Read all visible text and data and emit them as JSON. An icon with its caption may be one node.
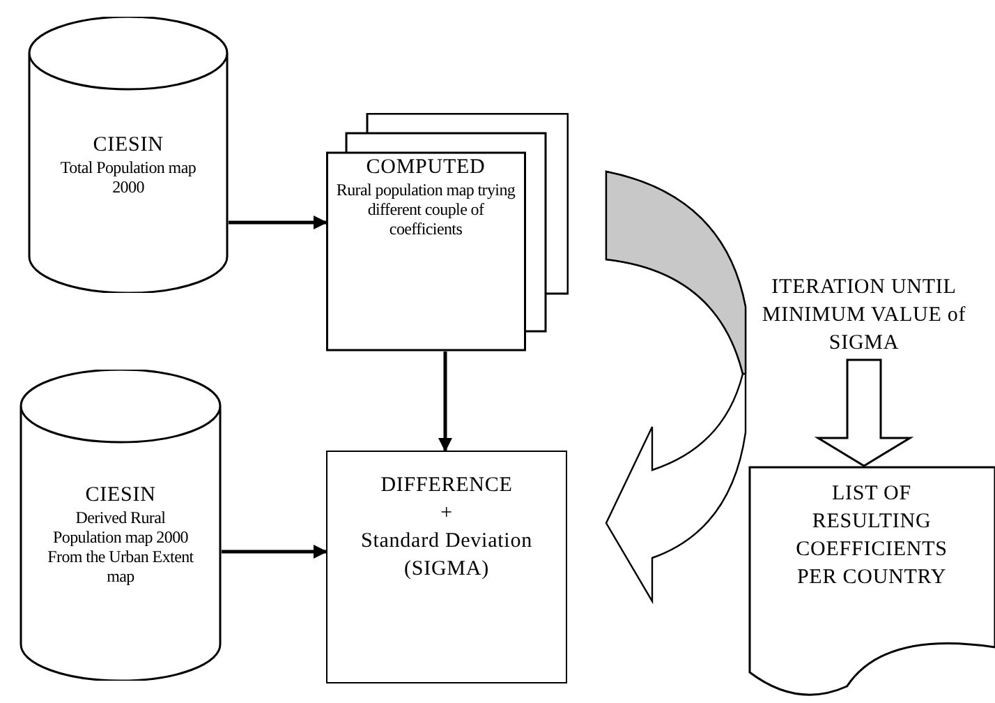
{
  "diagram": {
    "nodes": [
      {
        "text": [
          "CIESIN",
          "Total Population map 2000"
        ]
      },
      {
        "text": [
          "COMPUTED",
          "Rural population map trying different couple of coefficients"
        ]
      },
      {
        "text": [
          "ITERATION UNTIL MINIMUM VALUE of SIGMA"
        ]
      },
      {
        "text": [
          "CIESIN",
          "Derived Rural Population map 2000 From the Urban Extent map"
        ]
      },
      {
        "text": [
          "DIFFERENCE",
          "+",
          "Standard Deviation (SIGMA)"
        ]
      },
      {
        "text": [
          "LIST OF RESULTING COEFFICIENTS PER COUNTRY"
        ]
      }
    ],
    "edges": [
      {
        "from": 0,
        "to": 1,
        "arrow": "to"
      },
      {
        "from": 1,
        "to": 4,
        "arrow": "to"
      },
      {
        "from": 3,
        "to": 4,
        "arrow": "to"
      },
      {
        "from": 1,
        "to": 4,
        "arrow": "to",
        "style": "thick"
      },
      {
        "from": 2,
        "to": 5,
        "arrow": "to",
        "style": "thick"
      }
    ]
  }
}
